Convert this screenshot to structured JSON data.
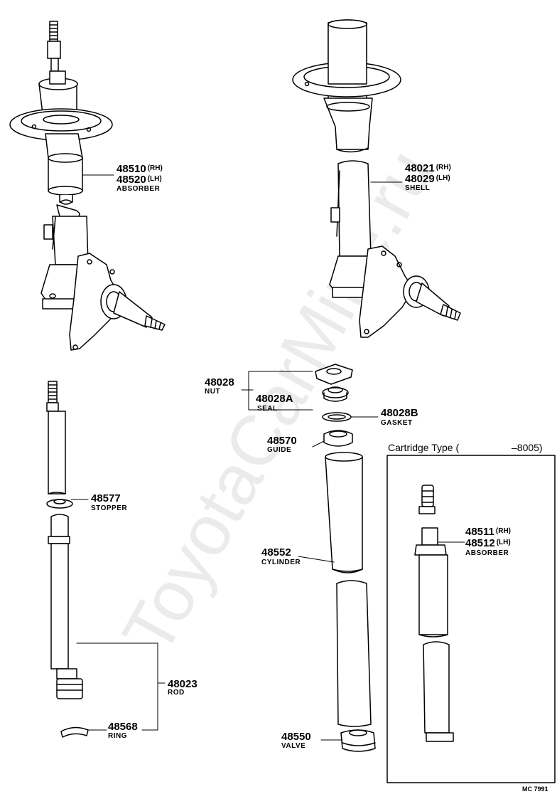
{
  "watermark": "ToyotaCarMine.ru",
  "cartridge_header": {
    "label": "Cartridge Type (",
    "range_end": "–8005)"
  },
  "ref_code": "MC 7991",
  "parts": {
    "absorber_rh": {
      "number": "48510",
      "suffix": "(RH)"
    },
    "absorber_lh": {
      "number": "48520",
      "suffix": "(LH)"
    },
    "absorber_name": "ABSORBER",
    "shell_rh": {
      "number": "48021",
      "suffix": "(RH)"
    },
    "shell_lh": {
      "number": "48029",
      "suffix": "(LH)"
    },
    "shell_name": "SHELL",
    "nut": {
      "number": "48028",
      "name": "NUT"
    },
    "seal": {
      "number": "48028A",
      "name": "SEAL"
    },
    "gasket": {
      "number": "48028B",
      "name": "GASKET"
    },
    "guide": {
      "number": "48570",
      "name": "GUIDE"
    },
    "stopper": {
      "number": "48577",
      "name": "STOPPER"
    },
    "cylinder": {
      "number": "48552",
      "name": "CYLINDER"
    },
    "rod": {
      "number": "48023",
      "name": "ROD"
    },
    "ring": {
      "number": "48568",
      "name": "RING"
    },
    "valve": {
      "number": "48550",
      "name": "VALVE"
    },
    "cartridge_rh": {
      "number": "48511",
      "suffix": "(RH)"
    },
    "cartridge_lh": {
      "number": "48512",
      "suffix": "(LH)"
    },
    "cartridge_name": "ABSORBER"
  }
}
